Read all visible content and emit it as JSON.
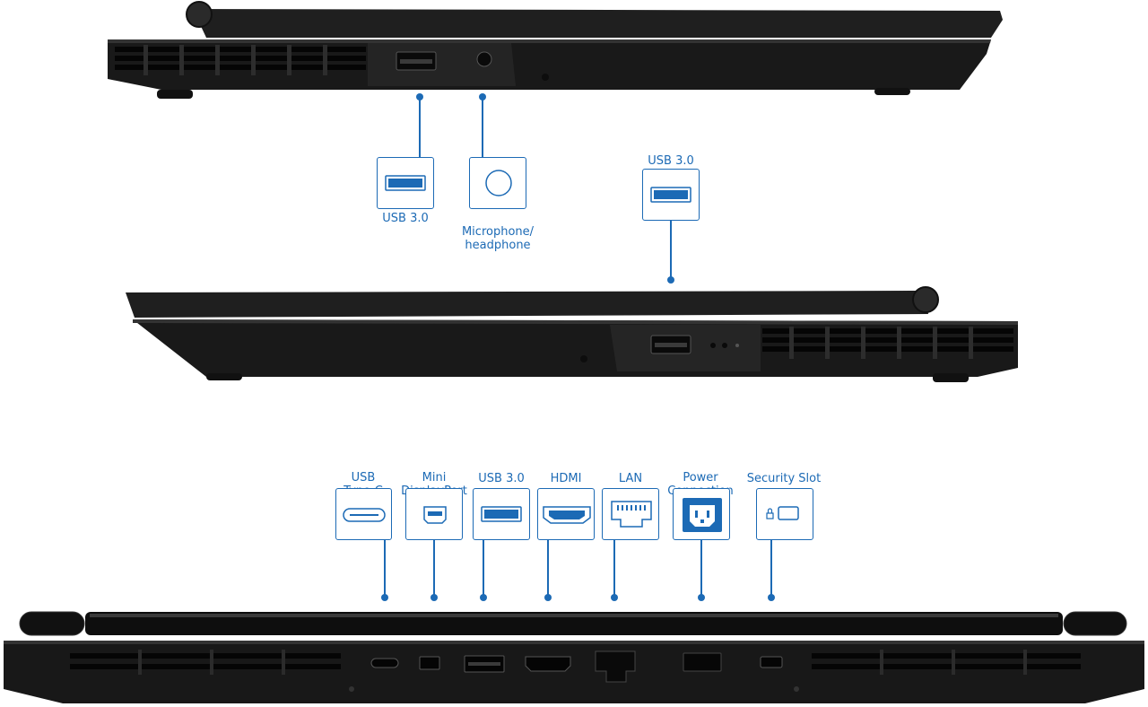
{
  "colors": {
    "accent": "#1c6ab5",
    "laptop_body": "#1b1b1b",
    "laptop_edge": "#2c2c2c",
    "background": "#ffffff"
  },
  "left_side": {
    "ports": [
      {
        "label": "USB 3.0",
        "icon": "usb-a-icon"
      },
      {
        "label": "Microphone/\nheadphone",
        "icon": "audio-jack-icon"
      }
    ]
  },
  "right_side": {
    "ports": [
      {
        "label": "USB 3.0",
        "icon": "usb-a-icon"
      }
    ]
  },
  "rear": {
    "ports": [
      {
        "label": "USB\nType-C",
        "icon": "usb-c-icon"
      },
      {
        "label": "Mini\nDisplayPort",
        "icon": "mini-displayport-icon"
      },
      {
        "label": "USB 3.0",
        "icon": "usb-a-icon"
      },
      {
        "label": "HDMI",
        "icon": "hdmi-icon"
      },
      {
        "label": "LAN",
        "icon": "ethernet-icon"
      },
      {
        "label": "Power\nConnection",
        "icon": "power-connector-icon"
      },
      {
        "label": "Security Slot",
        "icon": "lock-slot-icon"
      }
    ]
  }
}
